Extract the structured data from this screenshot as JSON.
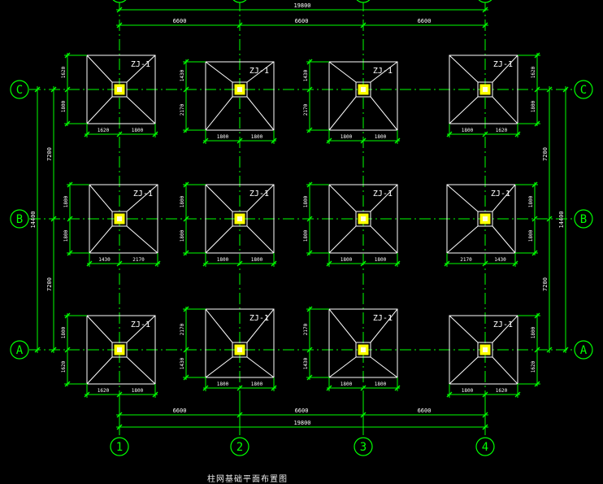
{
  "drawing": {
    "caption": "柱网基础平面布置图",
    "colors": {
      "background": "#000000",
      "outline": "#ffffff",
      "dimension": "#00ff00",
      "axis": "#00ff00",
      "column": "#ffff00",
      "text": "#ffffff"
    },
    "axes_x": [
      {
        "label": "1"
      },
      {
        "label": "2"
      },
      {
        "label": "3"
      },
      {
        "label": "4"
      }
    ],
    "axes_y": [
      {
        "label": "C"
      },
      {
        "label": "B"
      },
      {
        "label": "A"
      }
    ],
    "footing_tag": "ZJ-1",
    "dims_top": {
      "overall": "19800",
      "spans": [
        "6600",
        "6600",
        "6600"
      ]
    },
    "dims_bottom": {
      "overall": "19800",
      "spans": [
        "6600",
        "6600",
        "6600"
      ]
    },
    "dims_left": {
      "overall": "14400",
      "spans": [
        "7200",
        "7200"
      ]
    },
    "dims_right": {
      "overall": "14400",
      "spans": [
        "7200",
        "7200"
      ]
    },
    "footings": [
      {
        "row": "C",
        "col": "1",
        "under": [
          "1620",
          "1800"
        ],
        "side": [
          "1620",
          "1800"
        ]
      },
      {
        "row": "C",
        "col": "2",
        "under": [
          "1800",
          "1800"
        ],
        "side": [
          "1430",
          "2170"
        ]
      },
      {
        "row": "C",
        "col": "3",
        "under": [
          "1800",
          "1800"
        ],
        "side": [
          "1430",
          "2170"
        ]
      },
      {
        "row": "C",
        "col": "4",
        "under": [
          "1800",
          "1620"
        ],
        "side": [
          "1620",
          "1800"
        ]
      },
      {
        "row": "B",
        "col": "1",
        "under": [
          "1430",
          "2170"
        ],
        "side": [
          "1800",
          "1800"
        ]
      },
      {
        "row": "B",
        "col": "2",
        "under": [
          "1800",
          "1800"
        ],
        "side": [
          "1800",
          "1800"
        ]
      },
      {
        "row": "B",
        "col": "3",
        "under": [
          "1800",
          "1800"
        ],
        "side": [
          "1800",
          "1800"
        ]
      },
      {
        "row": "B",
        "col": "4",
        "under": [
          "2170",
          "1430"
        ],
        "side": [
          "1800",
          "1800"
        ]
      },
      {
        "row": "A",
        "col": "1",
        "under": [
          "1620",
          "1800"
        ],
        "side": [
          "1800",
          "1620"
        ]
      },
      {
        "row": "A",
        "col": "2",
        "under": [
          "1800",
          "1800"
        ],
        "side": [
          "2170",
          "1430"
        ]
      },
      {
        "row": "A",
        "col": "3",
        "under": [
          "1800",
          "1800"
        ],
        "side": [
          "2170",
          "1430"
        ]
      },
      {
        "row": "A",
        "col": "4",
        "under": [
          "1800",
          "1620"
        ],
        "side": [
          "1800",
          "1620"
        ]
      }
    ]
  }
}
